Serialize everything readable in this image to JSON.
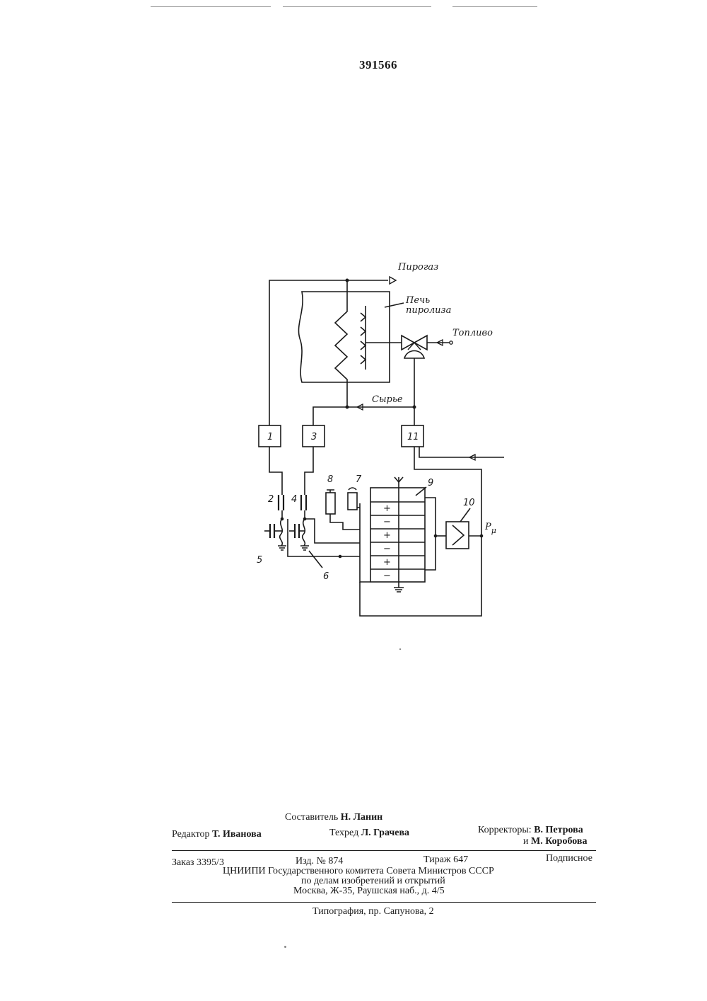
{
  "header": {
    "patent_number": "391566"
  },
  "diagram": {
    "labels": {
      "pyrogas": "Пирогаз",
      "furnace_line1": "Печь",
      "furnace_line2": "пиролиза",
      "fuel": "Топливо",
      "feedstock": "Сырье",
      "output": "P",
      "output_sub": "μ"
    },
    "block_numbers": {
      "b1": "1",
      "b2": "2",
      "b3": "3",
      "b4": "4",
      "b5": "5",
      "b6": "6",
      "b7": "7",
      "b8": "8",
      "b9": "9",
      "b10": "10",
      "b11": "11"
    },
    "signs": [
      "+",
      "−",
      "+",
      "−",
      "+",
      "−"
    ]
  },
  "imprint": {
    "compiler_label": "Составитель",
    "compiler_name": "Н. Ланин",
    "editor_label": "Редактор",
    "editor_name": "Т. Иванова",
    "techred_label": "Техред",
    "techred_name": "Л. Грачева",
    "correctors_label": "Корректоры:",
    "corrector1": "В. Петрова",
    "corrector_and": "и",
    "corrector2": "М. Коробова",
    "order": "Заказ 3395/3",
    "edition": "Изд. № 874",
    "print_run": "Тираж 647",
    "subscription": "Подписное",
    "org_line1": "ЦНИИПИ Государственного комитета Совета Министров СССР",
    "org_line2": "по делам изобретений и открытий",
    "org_line3": "Москва, Ж-35, Раушская наб., д. 4/5",
    "printer": "Типография, пр. Сапунова, 2"
  }
}
